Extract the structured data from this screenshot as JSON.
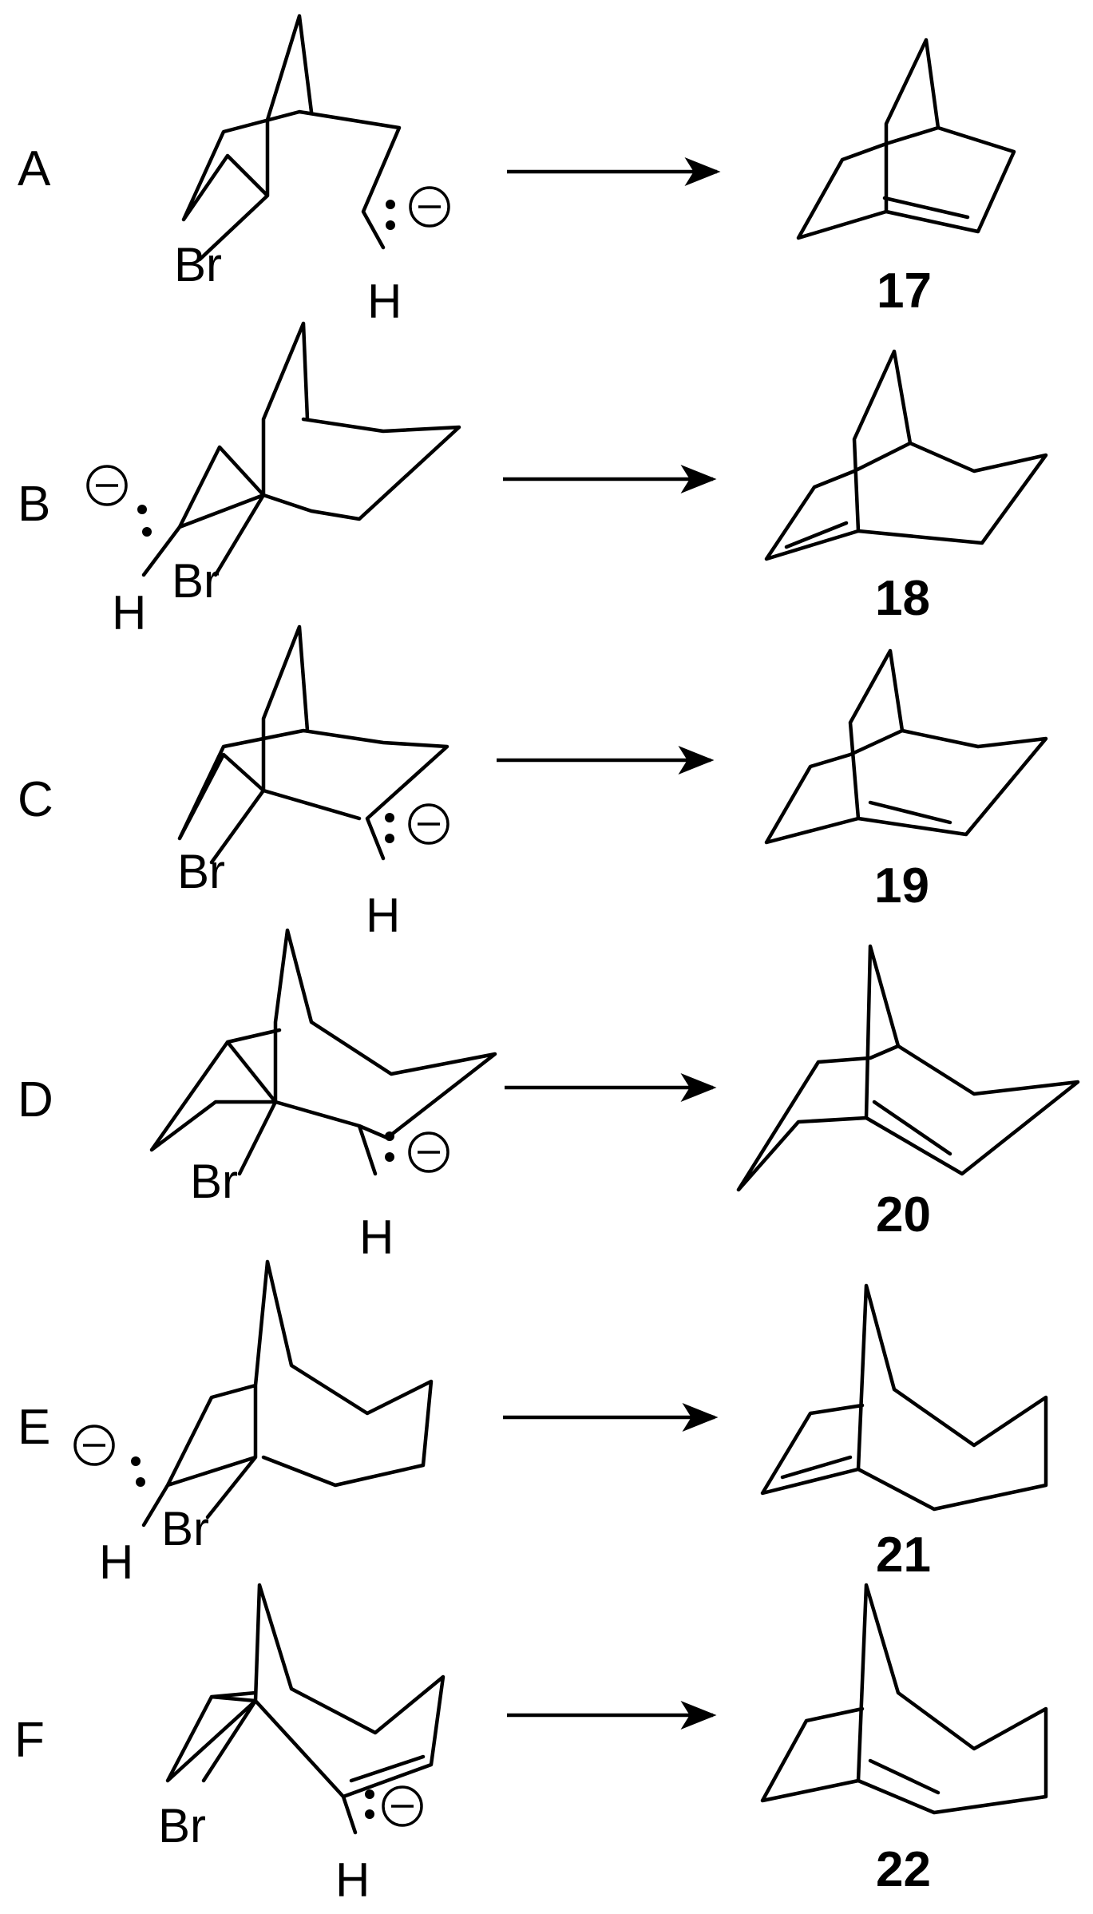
{
  "reactions": [
    {
      "id": "A",
      "product": "17"
    },
    {
      "id": "B",
      "product": "18"
    },
    {
      "id": "C",
      "product": "19"
    },
    {
      "id": "D",
      "product": "20"
    },
    {
      "id": "E",
      "product": "21"
    },
    {
      "id": "F",
      "product": "22"
    }
  ],
  "atoms": {
    "bromine": "Br",
    "hydrogen": "H"
  },
  "charge_symbol": "minus-in-circle",
  "line_color": "#000000",
  "background": "#ffffff"
}
